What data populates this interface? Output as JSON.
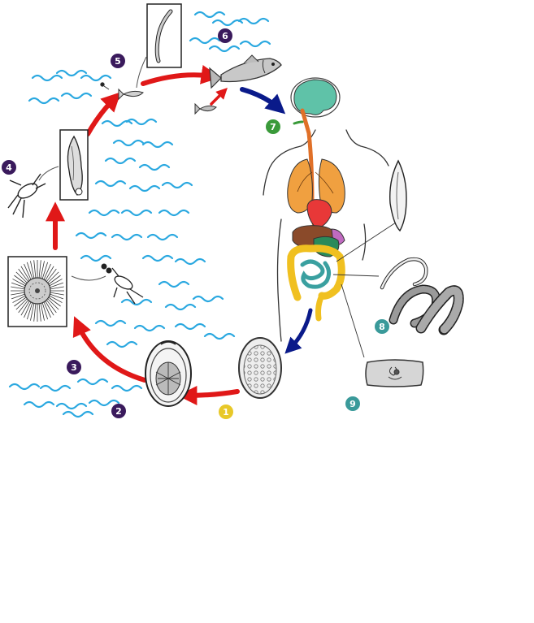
{
  "stages": [
    {
      "number": "1",
      "color": "#e8c828",
      "name": "unembryonated-egg"
    },
    {
      "number": "2",
      "color": "#3a1a5c",
      "name": "embryonated-egg"
    },
    {
      "number": "3",
      "color": "#3a1a5c",
      "name": "coracidium"
    },
    {
      "number": "4",
      "color": "#3a1a5c",
      "name": "copepod-procercoid"
    },
    {
      "number": "5",
      "color": "#3a1a5c",
      "name": "small-fish-plerocercoid"
    },
    {
      "number": "6",
      "color": "#3a1a5c",
      "name": "predator-fish"
    },
    {
      "number": "7",
      "color": "#3a9a3a",
      "name": "human-ingestion"
    },
    {
      "number": "8",
      "color": "#3a9a9a",
      "name": "adult-tapeworm"
    },
    {
      "number": "9",
      "color": "#3a9a9a",
      "name": "proglottid"
    }
  ],
  "colors": {
    "water": "#2aa8e0",
    "water_stage_arrow": "#e01818",
    "human_stage_arrow": "#0a1a8a",
    "brain": "#5fc2a8",
    "lungs": "#f0a040",
    "heart": "#e83838",
    "liver": "#8a4a2a",
    "stomach": "#2a8a5a",
    "gallbladder": "#c06ac0",
    "small_intestine": "#3aa0a0",
    "large_intestine": "#f0c020",
    "esophagus": "#e07028"
  }
}
